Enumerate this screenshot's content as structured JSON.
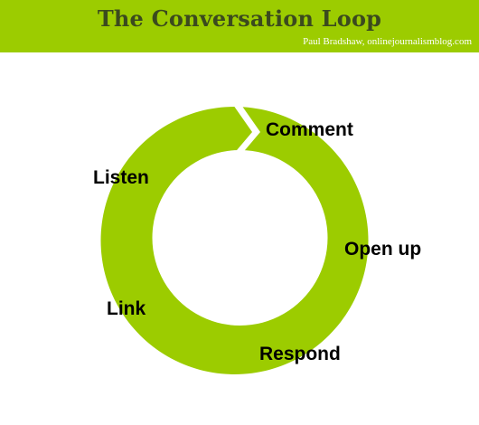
{
  "header": {
    "title": "The Conversation Loop",
    "credit": "Paul Bradshaw, onlinejournalismblog.com"
  },
  "loop": {
    "color": "#9ccc00",
    "steps": [
      "Comment",
      "Open up",
      "Respond",
      "Link",
      "Listen"
    ]
  }
}
